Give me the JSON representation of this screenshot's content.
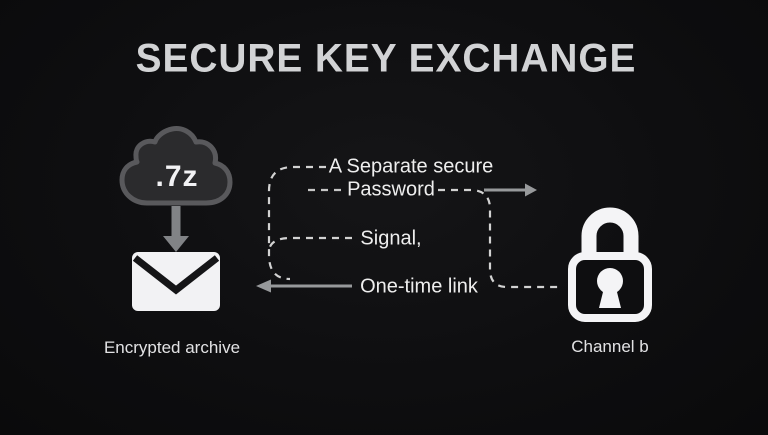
{
  "title": "SECURE KEY EXCHANGE",
  "diagram": {
    "source": {
      "file_badge": ".7z",
      "caption": "Encrypted archive",
      "icons": [
        "cloud-archive-icon",
        "down-arrow-icon",
        "envelope-icon"
      ]
    },
    "destination": {
      "caption": "Channel b",
      "icons": [
        "padlock-icon"
      ]
    },
    "flows": {
      "forward_label_line1": "A Separate secure",
      "forward_label_line2": "Password",
      "forward_direction": "right-arrow-to-padlock",
      "return_label_line1": "Signal,",
      "return_label_line2": "One-time link",
      "return_direction": "left-arrow-to-envelope"
    }
  },
  "colors": {
    "background": "#0e0e10",
    "title_text": "#d2d3d5",
    "flow_label_text": "#eeeeee",
    "caption_text": "#e2e2e4",
    "dashed_connector": "#d2d2d2",
    "solid_arrow": "#97999b",
    "cloud_fill": "#2b2b2d",
    "cloud_stroke": "#59595c",
    "down_arrow": "#818386",
    "envelope_fill": "#f2f2f4",
    "envelope_flap": "#151517",
    "padlock_stroke": "#f4f4f6"
  }
}
